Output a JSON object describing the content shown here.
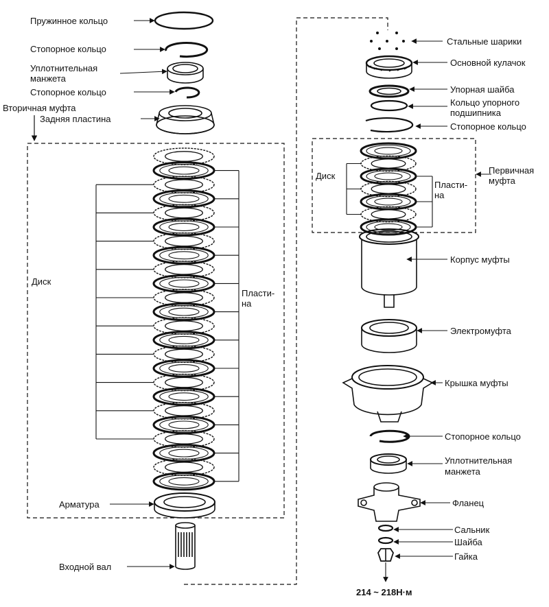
{
  "left": {
    "title_secondary": "Вторичная муфта",
    "labels": {
      "spring_ring": "Пружинное кольцо",
      "retaining_ring_1": "Стопорное кольцо",
      "seal_line1": "Уплотнительная",
      "seal_line2": "манжета",
      "retaining_ring_2": "Стопорное кольцо",
      "rear_plate": "Задняя пластина",
      "disc": "Диск",
      "plate_line1": "Пласти-",
      "plate_line2": "на",
      "armature": "Арматура",
      "input_shaft": "Входной вал"
    }
  },
  "right": {
    "labels": {
      "steel_balls": "Стальные шарики",
      "main_cam": "Основной кулачок",
      "thrust_washer": "Упорная шайба",
      "bearing_ring_line1": "Кольцо упорного",
      "bearing_ring_line2": "подшипника",
      "retaining_ring_top": "Стопорное кольцо",
      "disc": "Диск",
      "plate_line1": "Пласти-",
      "plate_line2": "на",
      "primary_line1": "Первичная",
      "primary_line2": "муфта",
      "housing": "Корпус муфты",
      "electroclutch": "Электромуфта",
      "cover": "Крышка муфты",
      "retaining_ring_bottom": "Стопорное кольцо",
      "seal_line1": "Уплотнительная",
      "seal_line2": "манжета",
      "flange": "Фланец",
      "oil_seal": "Сальник",
      "washer": "Шайба",
      "nut": "Гайка"
    },
    "torque": "214 ~ 218Н·м"
  }
}
